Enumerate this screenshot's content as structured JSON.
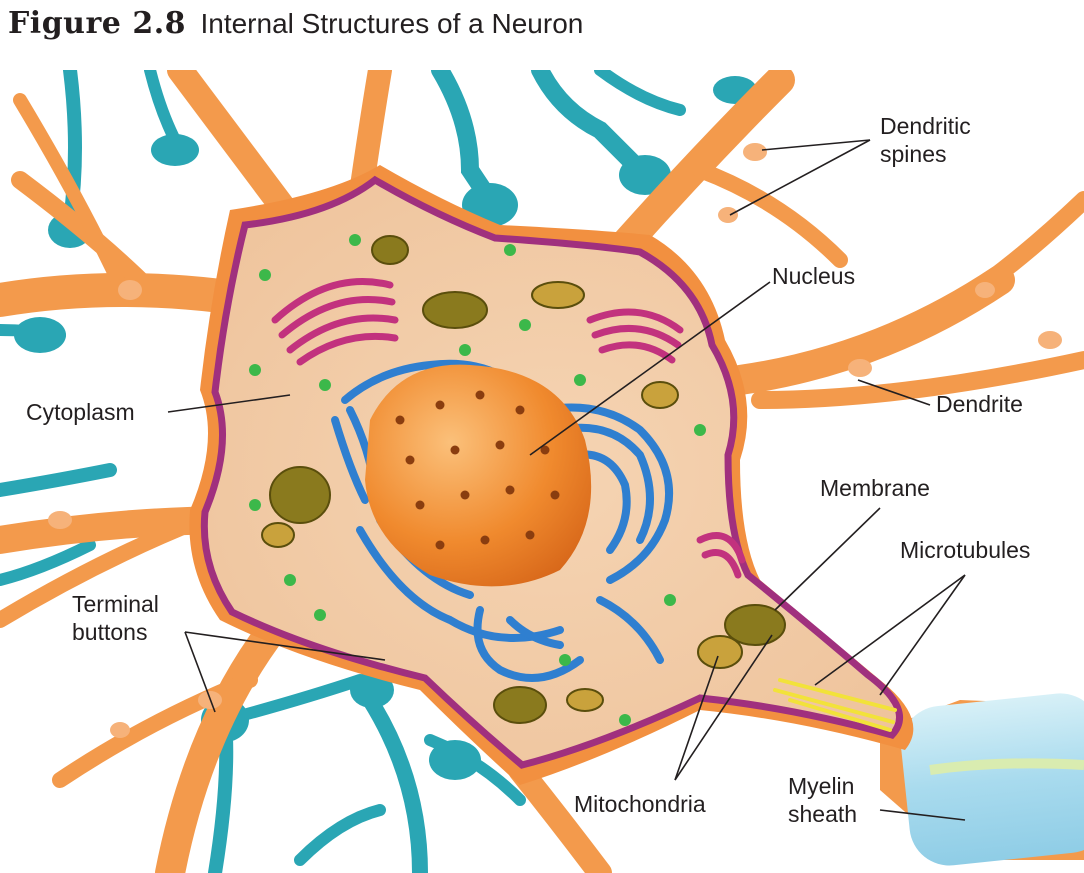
{
  "header": {
    "figure_number": "Figure 2.8",
    "title": "Internal Structures of a Neuron"
  },
  "labels": {
    "dendritic_spines": "Dendritic\nspines",
    "nucleus": "Nucleus",
    "cytoplasm": "Cytoplasm",
    "dendrite": "Dendrite",
    "membrane": "Membrane",
    "microtubules": "Microtubules",
    "terminal_buttons": "Terminal\nbuttons",
    "mitochondria": "Mitochondria",
    "myelin_sheath": "Myelin\nsheath"
  },
  "colors": {
    "dendrite": "#f39a4c",
    "axon_terminal": "#2aa6b4",
    "membrane": "#a0307e",
    "cytoplasm": "#f1c9a3",
    "nucleus": "#f08a2e",
    "endoplasmic_reticulum": "#2f7fd0",
    "golgi": "#c2327e",
    "mitochondria": "#8a7a1e",
    "myelin": "#b9e3ef"
  }
}
